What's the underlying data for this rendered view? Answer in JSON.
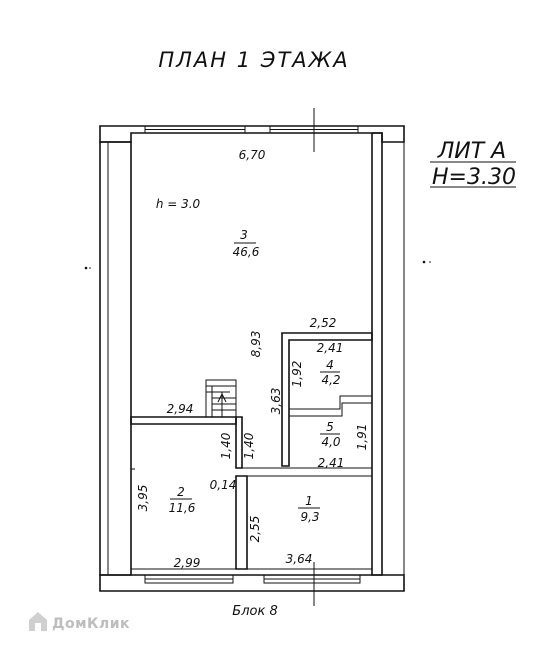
{
  "title": "ПЛАН 1 ЭТАЖА",
  "liter": {
    "line1": "ЛИТ А",
    "line2": "Н=3.30"
  },
  "ceiling_note": "h = 3.0",
  "rooms": [
    {
      "number": "3",
      "area": "46,6"
    },
    {
      "number": "4",
      "area": "4,2"
    },
    {
      "number": "5",
      "area": "4,0"
    },
    {
      "number": "2",
      "area": "11,6"
    },
    {
      "number": "1",
      "area": "9,3"
    }
  ],
  "dimensions": {
    "top_width": "6,70",
    "room3_height": "8,93",
    "room4_width": "2,52",
    "room4_inner": "2,41",
    "room4_height": "1,92",
    "stair_width": "2,94",
    "corridor_height": "3,63",
    "room5_height": "1,91",
    "room5_width": "2,41",
    "passage_a": "1,40",
    "passage_b": "1,40",
    "wall_gap": "0,14",
    "room2_height": "3,95",
    "room2_width": "2,99",
    "room1_height": "2,55",
    "room1_width": "3,64"
  },
  "block_label": "Блок 8",
  "watermark": "ДомКлик"
}
